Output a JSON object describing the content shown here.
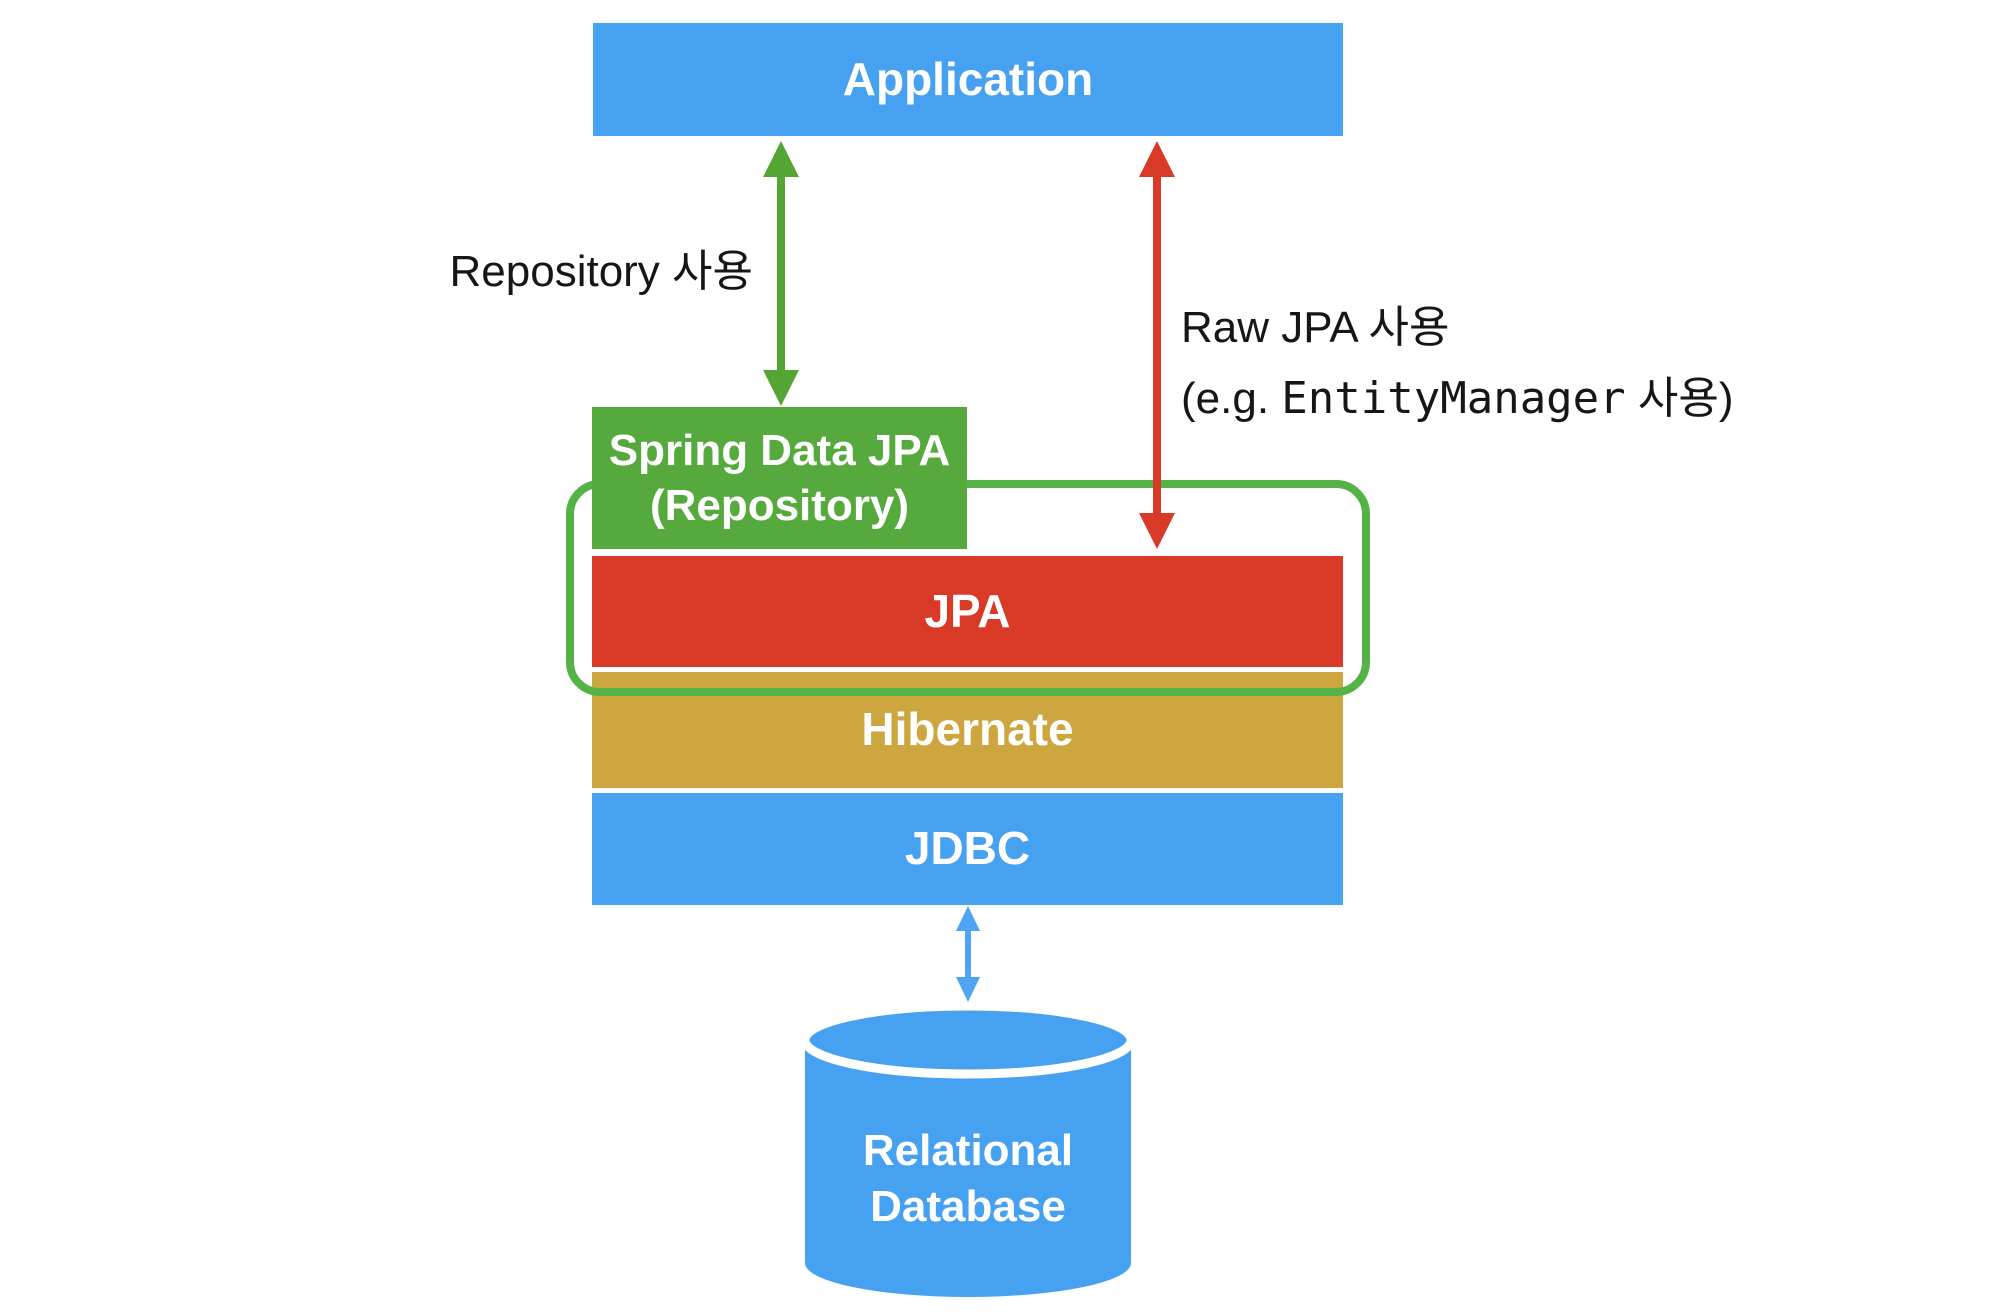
{
  "colors": {
    "box_blue": "#47A1F1",
    "box_green": "#56A93C",
    "outline_green": "#55B247",
    "arrow_green": "#55A534",
    "box_red": "#D93A27",
    "arrow_red": "#D93A27",
    "box_gold": "#CEA63F",
    "arrow_blue": "#4FA4F3",
    "box_text": "#FFFFFF",
    "label_text": "#161616"
  },
  "boxes": {
    "application": {
      "label": "Application"
    },
    "spring_data_jpa": {
      "line1": "Spring Data JPA",
      "line2": "(Repository)"
    },
    "jpa": {
      "label": "JPA"
    },
    "hibernate": {
      "label": "Hibernate"
    },
    "jdbc": {
      "label": "JDBC"
    },
    "relational_database": {
      "line1": "Relational",
      "line2": "Database"
    }
  },
  "labels": {
    "repository_usage": "Repository 사용",
    "raw_jpa_line1": "Raw JPA 사용",
    "raw_jpa_line2_prefix": "(e.g. ",
    "raw_jpa_line2_code": "EntityManager",
    "raw_jpa_line2_suffix": " 사용)"
  }
}
